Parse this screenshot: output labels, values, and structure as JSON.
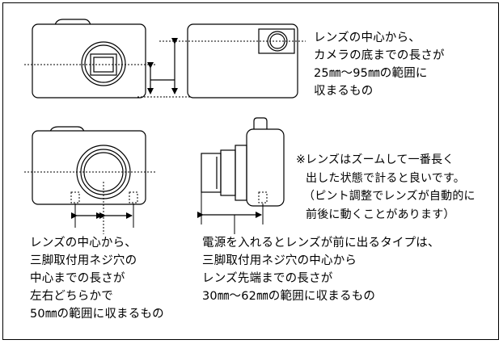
{
  "diagram": {
    "callout_top_right": [
      "レンズの中心から、",
      "カメラの底までの長さが",
      "25㎜〜95㎜の範囲に",
      "収まるもの"
    ],
    "callout_bottom_left": [
      "レンズの中心から、",
      "三脚取付用ネジ穴の",
      "中心までの長さが",
      "左右どちらかで",
      "50㎜の範囲に収まるもの"
    ],
    "callout_bottom_right": [
      "電源を入れるとレンズが前に出るタイプは、",
      "三脚取付用ネジ穴の中心から",
      "レンズ先端までの長さが",
      "30㎜〜62㎜の範囲に収まるもの"
    ],
    "note": [
      "※レンズはズームして一番長く",
      "出した状態で計ると良いです。",
      "（ピント調整でレンズが自動的に",
      "前後に動くことがあります）"
    ]
  }
}
